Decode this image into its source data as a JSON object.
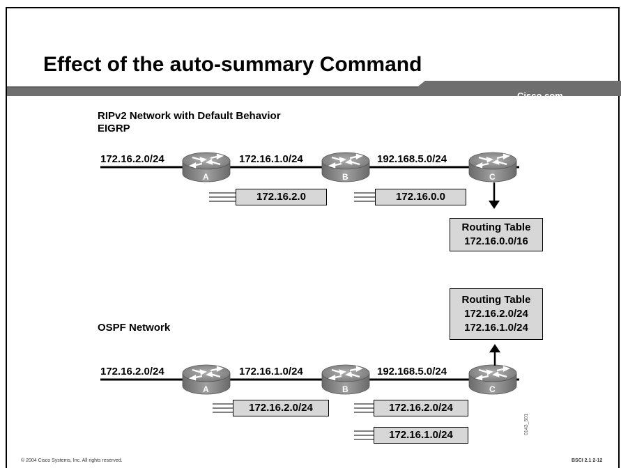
{
  "slide": {
    "title": "Effect of the auto-summary Command",
    "brand": "Cisco.com",
    "footer_left": "© 2004 Cisco Systems, Inc. All rights reserved.",
    "footer_right": "BSCI 2.1   2-12",
    "image_id": "0143_501"
  },
  "top_diagram": {
    "heading_line1": "RIPv2 Network with Default Behavior",
    "heading_line2": "EIGRP",
    "networks": [
      "172.16.2.0/24",
      "172.16.1.0/24",
      "192.168.5.0/24"
    ],
    "routers": [
      "A",
      "B",
      "C"
    ],
    "updates": [
      "172.16.2.0",
      "172.16.0.0"
    ],
    "routing_table": {
      "title": "Routing Table",
      "entries": [
        "172.16.0.0/16"
      ]
    }
  },
  "bottom_diagram": {
    "heading": "OSPF Network",
    "networks": [
      "172.16.2.0/24",
      "172.16.1.0/24",
      "192.168.5.0/24"
    ],
    "routers": [
      "A",
      "B",
      "C"
    ],
    "updates": [
      "172.16.2.0/24",
      "172.16.2.0/24",
      "172.16.1.0/24"
    ],
    "routing_table": {
      "title": "Routing Table",
      "entries": [
        "172.16.2.0/24",
        "172.16.1.0/24"
      ]
    }
  },
  "colors": {
    "header_bar": "#6e6e6e",
    "box_fill": "#d7d7d7",
    "router_body": "#8a8a8a"
  }
}
